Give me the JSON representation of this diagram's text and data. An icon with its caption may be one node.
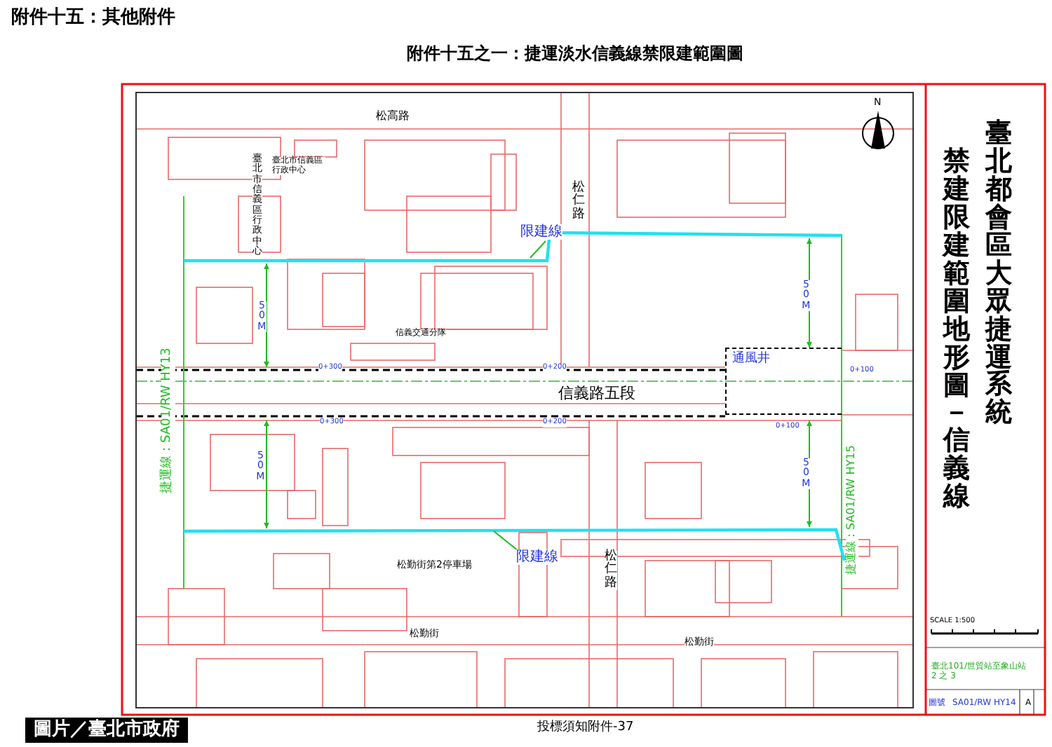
{
  "diagram": {
    "title": "附件十五之一：捷運淡水信義線禁限建範圍圖",
    "nodes": [
      {
        "text": [
          "限建線"
        ]
      },
      {
        "text": [
          "限建線"
        ]
      },
      {
        "text": [
          "通風井"
        ]
      }
    ],
    "edges": [
      {
        "from": 0,
        "to": null,
        "arrow": "none"
      },
      {
        "from": 1,
        "to": null,
        "arrow": "none"
      }
    ],
    "labels": [
      "附件十五：其他附件",
      "松高路",
      "臺北市信義區行政中心",
      "臺北市信義區行政中心",
      "信義交通分隊",
      "N",
      "松仁路",
      "50M",
      "50M",
      "0+300",
      "0+200",
      "0+100",
      "信義路五段",
      "捷運線：SA01/RW HY13",
      "捷運線：SA01/RW HY15",
      "0+300",
      "0+200",
      "0+100",
      "50M",
      "50M",
      "松勤街第2停車場",
      "松仁路",
      "松勤街",
      "松勤街",
      "禁建限建範圍地形圖－信義線",
      "臺北都會區大眾捷運系統",
      "SCALE 1:500",
      "臺北101/世貿站至象山站 2 之 3",
      "圖號",
      "SA01/RW HY14",
      "A",
      "圖片／臺北市政府",
      "投標須知附件-37"
    ]
  }
}
